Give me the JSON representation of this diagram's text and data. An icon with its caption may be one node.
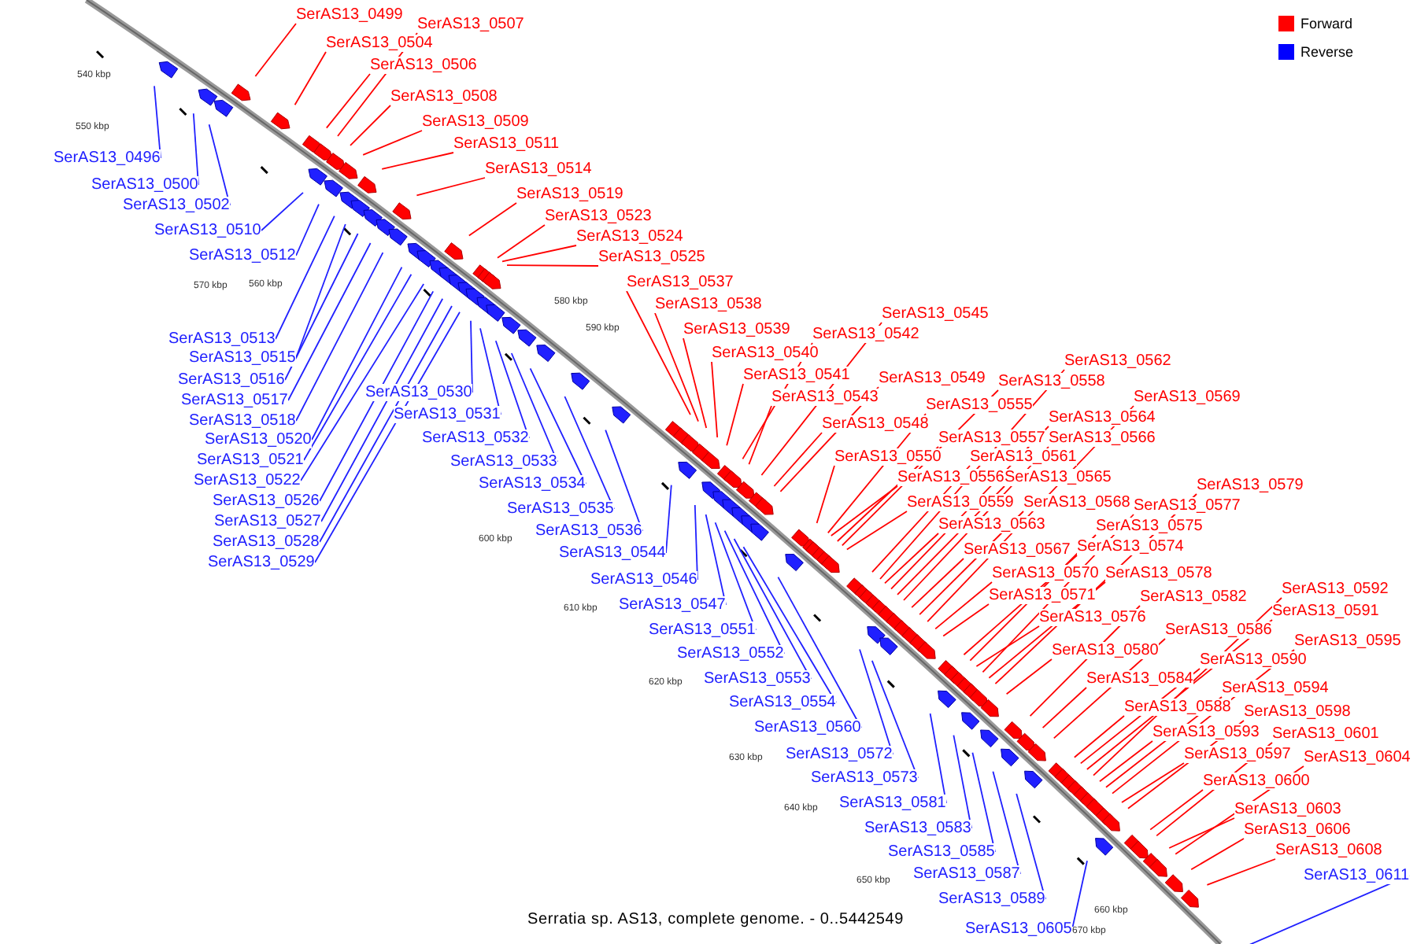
{
  "diagram": {
    "caption": "Serratia sp. AS13, complete genome. - 0..5442549",
    "nodes": [
      {
        "text": [
          "SerAS13_0496"
        ]
      },
      {
        "text": [
          "SerAS13_0499"
        ]
      },
      {
        "text": [
          "SerAS13_0500"
        ]
      },
      {
        "text": [
          "SerAS13_0502"
        ]
      },
      {
        "text": [
          "SerAS13_0504"
        ]
      },
      {
        "text": [
          "SerAS13_0506"
        ]
      },
      {
        "text": [
          "SerAS13_0507"
        ]
      },
      {
        "text": [
          "SerAS13_0508"
        ]
      },
      {
        "text": [
          "SerAS13_0509"
        ]
      },
      {
        "text": [
          "SerAS13_0510"
        ]
      },
      {
        "text": [
          "SerAS13_0511"
        ]
      },
      {
        "text": [
          "SerAS13_0512"
        ]
      },
      {
        "text": [
          "SerAS13_0513"
        ]
      },
      {
        "text": [
          "SerAS13_0514"
        ]
      },
      {
        "text": [
          "SerAS13_0515"
        ]
      },
      {
        "text": [
          "SerAS13_0516"
        ]
      },
      {
        "text": [
          "SerAS13_0517"
        ]
      },
      {
        "text": [
          "SerAS13_0518"
        ]
      },
      {
        "text": [
          "SerAS13_0519"
        ]
      },
      {
        "text": [
          "SerAS13_0520"
        ]
      },
      {
        "text": [
          "SerAS13_0521"
        ]
      },
      {
        "text": [
          "SerAS13_0522"
        ]
      },
      {
        "text": [
          "SerAS13_0523"
        ]
      },
      {
        "text": [
          "SerAS13_0524"
        ]
      },
      {
        "text": [
          "SerAS13_0525"
        ]
      },
      {
        "text": [
          "SerAS13_0526"
        ]
      },
      {
        "text": [
          "SerAS13_0527"
        ]
      },
      {
        "text": [
          "SerAS13_0528"
        ]
      },
      {
        "text": [
          "SerAS13_0529"
        ]
      },
      {
        "text": [
          "SerAS13_0530"
        ]
      },
      {
        "text": [
          "SerAS13_0531"
        ]
      },
      {
        "text": [
          "SerAS13_0532"
        ]
      },
      {
        "text": [
          "SerAS13_0533"
        ]
      },
      {
        "text": [
          "SerAS13_0534"
        ]
      },
      {
        "text": [
          "SerAS13_0535"
        ]
      },
      {
        "text": [
          "SerAS13_0536"
        ]
      },
      {
        "text": [
          "SerAS13_0537"
        ]
      },
      {
        "text": [
          "SerAS13_0538"
        ]
      },
      {
        "text": [
          "SerAS13_0539"
        ]
      },
      {
        "text": [
          "SerAS13_0540"
        ]
      },
      {
        "text": [
          "SerAS13_0541"
        ]
      },
      {
        "text": [
          "SerAS13_0542"
        ]
      },
      {
        "text": [
          "SerAS13_0543"
        ]
      },
      {
        "text": [
          "SerAS13_0544"
        ]
      },
      {
        "text": [
          "SerAS13_0545"
        ]
      },
      {
        "text": [
          "SerAS13_0546"
        ]
      },
      {
        "text": [
          "SerAS13_0547"
        ]
      },
      {
        "text": [
          "SerAS13_0548"
        ]
      },
      {
        "text": [
          "SerAS13_0549"
        ]
      },
      {
        "text": [
          "SerAS13_0550"
        ]
      },
      {
        "text": [
          "SerAS13_0551"
        ]
      },
      {
        "text": [
          "SerAS13_0552"
        ]
      },
      {
        "text": [
          "SerAS13_0553"
        ]
      },
      {
        "text": [
          "SerAS13_0554"
        ]
      },
      {
        "text": [
          "SerAS13_0555"
        ]
      },
      {
        "text": [
          "SerAS13_0556"
        ]
      },
      {
        "text": [
          "SerAS13_0557"
        ]
      },
      {
        "text": [
          "SerAS13_0558"
        ]
      },
      {
        "text": [
          "SerAS13_0559"
        ]
      },
      {
        "text": [
          "SerAS13_0560"
        ]
      },
      {
        "text": [
          "SerAS13_0561"
        ]
      },
      {
        "text": [
          "SerAS13_0562"
        ]
      },
      {
        "text": [
          "SerAS13_0563"
        ]
      },
      {
        "text": [
          "SerAS13_0564"
        ]
      },
      {
        "text": [
          "SerAS13_0565"
        ]
      },
      {
        "text": [
          "SerAS13_0566"
        ]
      },
      {
        "text": [
          "SerAS13_0567"
        ]
      },
      {
        "text": [
          "SerAS13_0568"
        ]
      },
      {
        "text": [
          "SerAS13_0569"
        ]
      },
      {
        "text": [
          "SerAS13_0570"
        ]
      },
      {
        "text": [
          "SerAS13_0571"
        ]
      },
      {
        "text": [
          "SerAS13_0572"
        ]
      },
      {
        "text": [
          "SerAS13_0573"
        ]
      },
      {
        "text": [
          "SerAS13_0574"
        ]
      },
      {
        "text": [
          "SerAS13_0575"
        ]
      },
      {
        "text": [
          "SerAS13_0576"
        ]
      },
      {
        "text": [
          "SerAS13_0577"
        ]
      },
      {
        "text": [
          "SerAS13_0578"
        ]
      },
      {
        "text": [
          "SerAS13_0579"
        ]
      },
      {
        "text": [
          "SerAS13_0580"
        ]
      },
      {
        "text": [
          "SerAS13_0581"
        ]
      },
      {
        "text": [
          "SerAS13_0582"
        ]
      },
      {
        "text": [
          "SerAS13_0583"
        ]
      },
      {
        "text": [
          "SerAS13_0584"
        ]
      },
      {
        "text": [
          "SerAS13_0585"
        ]
      },
      {
        "text": [
          "SerAS13_0586"
        ]
      },
      {
        "text": [
          "SerAS13_0587"
        ]
      },
      {
        "text": [
          "SerAS13_0588"
        ]
      },
      {
        "text": [
          "SerAS13_0589"
        ]
      },
      {
        "text": [
          "SerAS13_0590"
        ]
      },
      {
        "text": [
          "SerAS13_0591"
        ]
      },
      {
        "text": [
          "SerAS13_0592"
        ]
      },
      {
        "text": [
          "SerAS13_0593"
        ]
      },
      {
        "text": [
          "SerAS13_0594"
        ]
      },
      {
        "text": [
          "SerAS13_0595"
        ]
      },
      {
        "text": [
          "SerAS13_0597"
        ]
      },
      {
        "text": [
          "SerAS13_0598"
        ]
      },
      {
        "text": [
          "SerAS13_0600"
        ]
      },
      {
        "text": [
          "SerAS13_0601"
        ]
      },
      {
        "text": [
          "SerAS13_0603"
        ]
      },
      {
        "text": [
          "SerAS13_0604"
        ]
      },
      {
        "text": [
          "SerAS13_0605"
        ]
      },
      {
        "text": [
          "SerAS13_0606"
        ]
      },
      {
        "text": [
          "SerAS13_0608"
        ]
      },
      {
        "text": [
          "SerAS13_0611"
        ]
      }
    ],
    "edges": [
      {
        "from": 0,
        "to": null,
        "arrow": "none",
        "color": "#2020ff"
      },
      {
        "from": 1,
        "to": null,
        "arrow": "none"
      },
      {
        "from": 2,
        "to": null,
        "arrow": "none",
        "color": "#2020ff"
      },
      {
        "from": 3,
        "to": null,
        "arrow": "none",
        "color": "#2020ff"
      },
      {
        "from": 4,
        "to": null,
        "arrow": "none"
      },
      {
        "from": 5,
        "to": null,
        "arrow": "none"
      },
      {
        "from": 6,
        "to": null,
        "arrow": "none"
      },
      {
        "from": 7,
        "to": null,
        "arrow": "none"
      },
      {
        "from": 8,
        "to": null,
        "arrow": "none"
      },
      {
        "from": 9,
        "to": null,
        "arrow": "none",
        "color": "#2020ff"
      },
      {
        "from": 10,
        "to": null,
        "arrow": "none"
      },
      {
        "from": 11,
        "to": null,
        "arrow": "none",
        "color": "#2020ff"
      },
      {
        "from": 12,
        "to": null,
        "arrow": "none",
        "color": "#2020ff"
      },
      {
        "from": 13,
        "to": null,
        "arrow": "none"
      },
      {
        "from": 14,
        "to": null,
        "arrow": "none",
        "color": "#2020ff"
      },
      {
        "from": 15,
        "to": null,
        "arrow": "none",
        "color": "#2020ff"
      },
      {
        "from": 16,
        "to": null,
        "arrow": "none",
        "color": "#2020ff"
      },
      {
        "from": 17,
        "to": null,
        "arrow": "none",
        "color": "#2020ff"
      },
      {
        "from": 18,
        "to": null,
        "arrow": "none"
      },
      {
        "from": 19,
        "to": null,
        "arrow": "none",
        "color": "#2020ff"
      },
      {
        "from": 20,
        "to": null,
        "arrow": "none",
        "color": "#2020ff"
      },
      {
        "from": 21,
        "to": null,
        "arrow": "none",
        "color": "#2020ff"
      },
      {
        "from": 22,
        "to": null,
        "arrow": "none"
      },
      {
        "from": 23,
        "to": null,
        "arrow": "none"
      },
      {
        "from": 24,
        "to": null,
        "arrow": "none"
      },
      {
        "from": 25,
        "to": null,
        "arrow": "none",
        "color": "#2020ff"
      },
      {
        "from": 26,
        "to": null,
        "arrow": "none",
        "color": "#2020ff"
      },
      {
        "from": 27,
        "to": null,
        "arrow": "none",
        "color": "#2020ff"
      },
      {
        "from": 28,
        "to": null,
        "arrow": "none",
        "color": "#2020ff"
      },
      {
        "from": 29,
        "to": null,
        "arrow": "none",
        "color": "#2020ff"
      },
      {
        "from": 30,
        "to": null,
        "arrow": "none",
        "color": "#2020ff"
      },
      {
        "from": 31,
        "to": null,
        "arrow": "none",
        "color": "#2020ff"
      },
      {
        "from": 32,
        "to": null,
        "arrow": "none",
        "color": "#2020ff"
      },
      {
        "from": 33,
        "to": null,
        "arrow": "none",
        "color": "#2020ff"
      },
      {
        "from": 34,
        "to": null,
        "arrow": "none",
        "color": "#2020ff"
      },
      {
        "from": 35,
        "to": null,
        "arrow": "none",
        "color": "#2020ff"
      },
      {
        "from": 36,
        "to": null,
        "arrow": "none"
      },
      {
        "from": 37,
        "to": null,
        "arrow": "none"
      },
      {
        "from": 38,
        "to": null,
        "arrow": "none"
      },
      {
        "from": 39,
        "to": null,
        "arrow": "none"
      },
      {
        "from": 40,
        "to": null,
        "arrow": "none"
      },
      {
        "from": 41,
        "to": null,
        "arrow": "none"
      },
      {
        "from": 42,
        "to": null,
        "arrow": "none"
      },
      {
        "from": 43,
        "to": null,
        "arrow": "none",
        "color": "#2020ff"
      },
      {
        "from": 44,
        "to": null,
        "arrow": "none"
      },
      {
        "from": 45,
        "to": null,
        "arrow": "none",
        "color": "#2020ff"
      },
      {
        "from": 46,
        "to": null,
        "arrow": "none",
        "color": "#2020ff"
      },
      {
        "from": 47,
        "to": null,
        "arrow": "none"
      },
      {
        "from": 48,
        "to": null,
        "arrow": "none"
      },
      {
        "from": 49,
        "to": null,
        "arrow": "none"
      },
      {
        "from": 50,
        "to": null,
        "arrow": "none",
        "color": "#2020ff"
      },
      {
        "from": 51,
        "to": null,
        "arrow": "none",
        "color": "#2020ff"
      },
      {
        "from": 52,
        "to": null,
        "arrow": "none",
        "color": "#2020ff"
      },
      {
        "from": 53,
        "to": null,
        "arrow": "none",
        "color": "#2020ff"
      },
      {
        "from": 54,
        "to": null,
        "arrow": "none"
      },
      {
        "from": 55,
        "to": null,
        "arrow": "none"
      },
      {
        "from": 56,
        "to": null,
        "arrow": "none"
      },
      {
        "from": 57,
        "to": null,
        "arrow": "none"
      },
      {
        "from": 58,
        "to": null,
        "arrow": "none"
      },
      {
        "from": 59,
        "to": null,
        "arrow": "none",
        "color": "#2020ff"
      },
      {
        "from": 60,
        "to": null,
        "arrow": "none"
      },
      {
        "from": 61,
        "to": null,
        "arrow": "none"
      },
      {
        "from": 62,
        "to": null,
        "arrow": "none"
      },
      {
        "from": 63,
        "to": null,
        "arrow": "none"
      },
      {
        "from": 64,
        "to": null,
        "arrow": "none"
      },
      {
        "from": 65,
        "to": null,
        "arrow": "none"
      },
      {
        "from": 66,
        "to": null,
        "arrow": "none"
      },
      {
        "from": 67,
        "to": null,
        "arrow": "none"
      },
      {
        "from": 68,
        "to": null,
        "arrow": "none"
      },
      {
        "from": 69,
        "to": null,
        "arrow": "none"
      },
      {
        "from": 70,
        "to": null,
        "arrow": "none"
      },
      {
        "from": 71,
        "to": null,
        "arrow": "none",
        "color": "#2020ff"
      },
      {
        "from": 72,
        "to": null,
        "arrow": "none",
        "color": "#2020ff"
      },
      {
        "from": 73,
        "to": null,
        "arrow": "none"
      },
      {
        "from": 74,
        "to": null,
        "arrow": "none"
      },
      {
        "from": 75,
        "to": null,
        "arrow": "none"
      },
      {
        "from": 76,
        "to": null,
        "arrow": "none"
      },
      {
        "from": 77,
        "to": null,
        "arrow": "none"
      },
      {
        "from": 78,
        "to": null,
        "arrow": "none"
      },
      {
        "from": 79,
        "to": null,
        "arrow": "none"
      },
      {
        "from": 80,
        "to": null,
        "arrow": "none",
        "color": "#2020ff"
      },
      {
        "from": 81,
        "to": null,
        "arrow": "none"
      },
      {
        "from": 82,
        "to": null,
        "arrow": "none",
        "color": "#2020ff"
      },
      {
        "from": 83,
        "to": null,
        "arrow": "none"
      },
      {
        "from": 84,
        "to": null,
        "arrow": "none",
        "color": "#2020ff"
      },
      {
        "from": 85,
        "to": null,
        "arrow": "none"
      },
      {
        "from": 86,
        "to": null,
        "arrow": "none",
        "color": "#2020ff"
      },
      {
        "from": 87,
        "to": null,
        "arrow": "none"
      },
      {
        "from": 88,
        "to": null,
        "arrow": "none",
        "color": "#2020ff"
      },
      {
        "from": 89,
        "to": null,
        "arrow": "none"
      },
      {
        "from": 90,
        "to": null,
        "arrow": "none"
      },
      {
        "from": 91,
        "to": null,
        "arrow": "none"
      },
      {
        "from": 92,
        "to": null,
        "arrow": "none"
      },
      {
        "from": 93,
        "to": null,
        "arrow": "none"
      },
      {
        "from": 94,
        "to": null,
        "arrow": "none"
      },
      {
        "from": 95,
        "to": null,
        "arrow": "none"
      },
      {
        "from": 96,
        "to": null,
        "arrow": "none"
      },
      {
        "from": 97,
        "to": null,
        "arrow": "none"
      },
      {
        "from": 98,
        "to": null,
        "arrow": "none"
      },
      {
        "from": 99,
        "to": null,
        "arrow": "none"
      },
      {
        "from": 100,
        "to": null,
        "arrow": "none"
      },
      {
        "from": 101,
        "to": null,
        "arrow": "none",
        "color": "#2020ff"
      },
      {
        "from": 102,
        "to": null,
        "arrow": "none"
      },
      {
        "from": 103,
        "to": null,
        "arrow": "none"
      },
      {
        "from": 104,
        "to": null,
        "arrow": "none",
        "color": "#2020ff"
      }
    ],
    "labels": [
      "540 kbp",
      "550 kbp",
      "560 kbp",
      "570 kbp",
      "580 kbp",
      "590 kbp",
      "600 kbp",
      "610 kbp",
      "620 kbp",
      "630 kbp",
      "640 kbp",
      "650 kbp",
      "660 kbp",
      "670 kbp"
    ],
    "legend": [
      {
        "text": "Forward",
        "color": "#ff0000"
      },
      {
        "text": "Reverse",
        "color": "#0000ff"
      }
    ]
  }
}
